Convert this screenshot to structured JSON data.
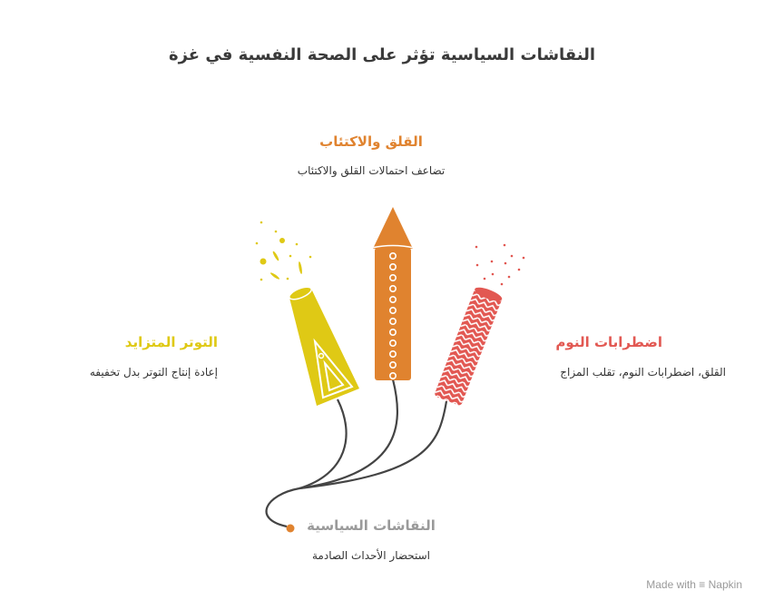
{
  "title": "النقاشات السياسية تؤثر على الصحة النفسية في غزة",
  "colors": {
    "yellow": "#DFC915",
    "orange": "#E0832F",
    "red": "#E25852",
    "root": "#9A9A9A",
    "fuse": "#444444"
  },
  "nodes": {
    "top": {
      "label": "القلق والاكتئاب",
      "description": "تضاعف احتمالات القلق والاكتئاب"
    },
    "left": {
      "label": "التوتر المتزايد",
      "description": "إعادة إنتاج التوتر بدل تخفيفه"
    },
    "right": {
      "label": "اضطرابات النوم",
      "description": "القلق، اضطرابات النوم، تقلب المزاج"
    },
    "root": {
      "label": "النقاشات السياسية",
      "description": "استحضار الأحداث الصادمة"
    }
  },
  "footer": {
    "made_with": "Made with",
    "brand": "Napkin"
  }
}
